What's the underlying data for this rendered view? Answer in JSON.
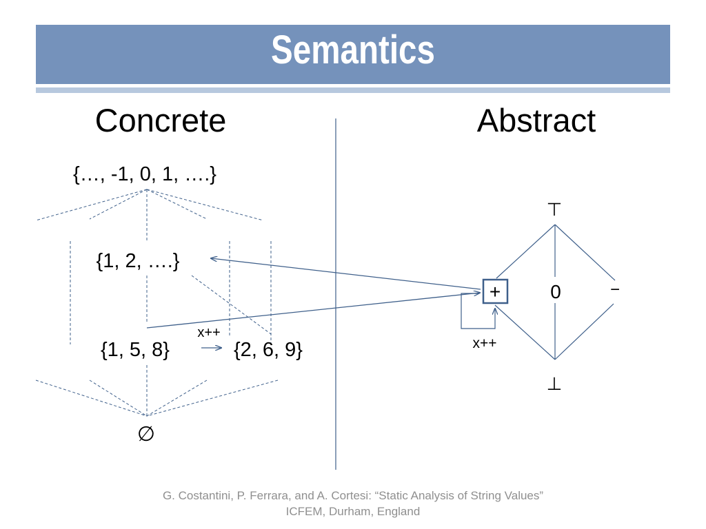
{
  "slide": {
    "title": "Semantics",
    "footer_line1": "G. Costantini, P. Ferrara, and A. Cortesi: “Static Analysis of String Values”",
    "footer_line2": "ICFEM, Durham, England"
  },
  "concrete": {
    "heading": "Concrete",
    "top_set": "{…, -1, 0, 1, ….}",
    "middle_set": "{1, 2, ….}",
    "left_set": "{1, 5, 8}",
    "right_set": "{2, 6, 9}",
    "transition_label": "x++",
    "bottom_set": "∅"
  },
  "abstract": {
    "heading": "Abstract",
    "top": "⊤",
    "plus": "+",
    "zero": "0",
    "minus": "−",
    "bottom": "⊥",
    "loop_label": "x++"
  },
  "colors": {
    "title_bar": "#7592bb",
    "title_rule": "#b7c8de",
    "diagram_lines": "#3e5f8a",
    "footer_text": "#8f8f8f"
  }
}
